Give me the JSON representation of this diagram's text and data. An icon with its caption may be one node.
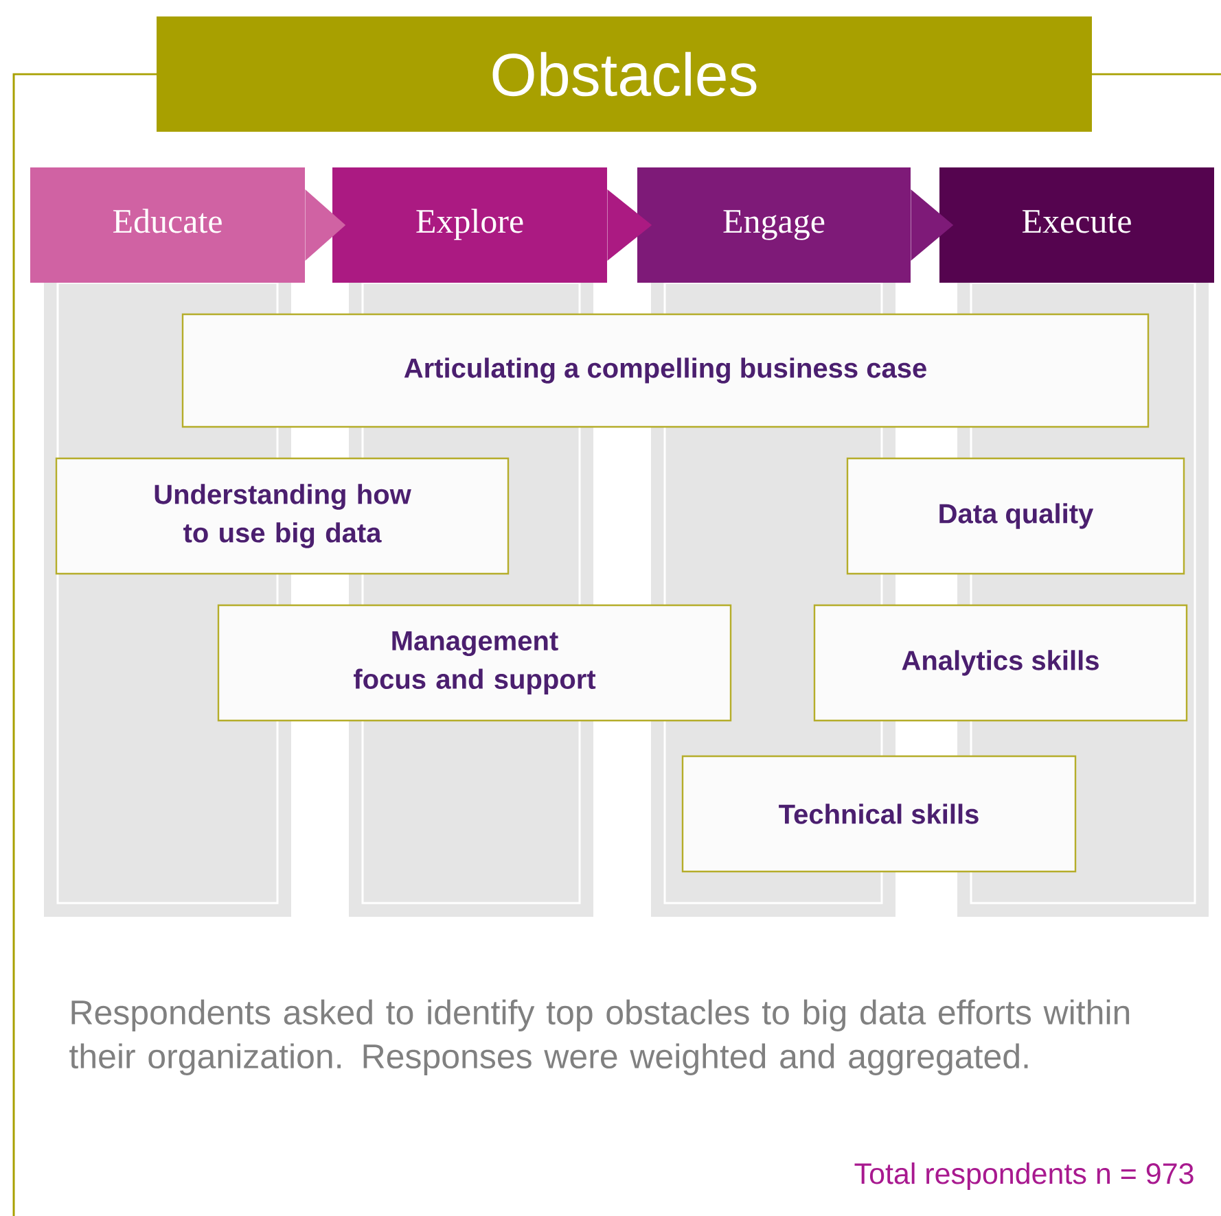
{
  "diagram": {
    "title": "Obstacles",
    "nodes": [
      {
        "text": [
          "Educate"
        ]
      },
      {
        "text": [
          "Explore"
        ]
      },
      {
        "text": [
          "Engage"
        ]
      },
      {
        "text": [
          "Execute"
        ]
      },
      {
        "text": [
          "Articulating a compelling business case"
        ]
      },
      {
        "text": [
          "Understanding how to use big data"
        ]
      },
      {
        "text": [
          "Data quality"
        ]
      },
      {
        "text": [
          "Management focus and support"
        ]
      },
      {
        "text": [
          "Analytics skills"
        ]
      },
      {
        "text": [
          "Technical skills"
        ]
      }
    ],
    "edges": [
      {
        "from": 0,
        "to": 1,
        "arrow": "to"
      },
      {
        "from": 1,
        "to": 2,
        "arrow": "to"
      },
      {
        "from": 2,
        "to": 3,
        "arrow": "to"
      }
    ],
    "caption": "Respondents asked to identify top obstacles to big data efforts within their organization. Responses were weighted and aggregated.",
    "labels": [
      "Total respondents n = 973"
    ]
  }
}
